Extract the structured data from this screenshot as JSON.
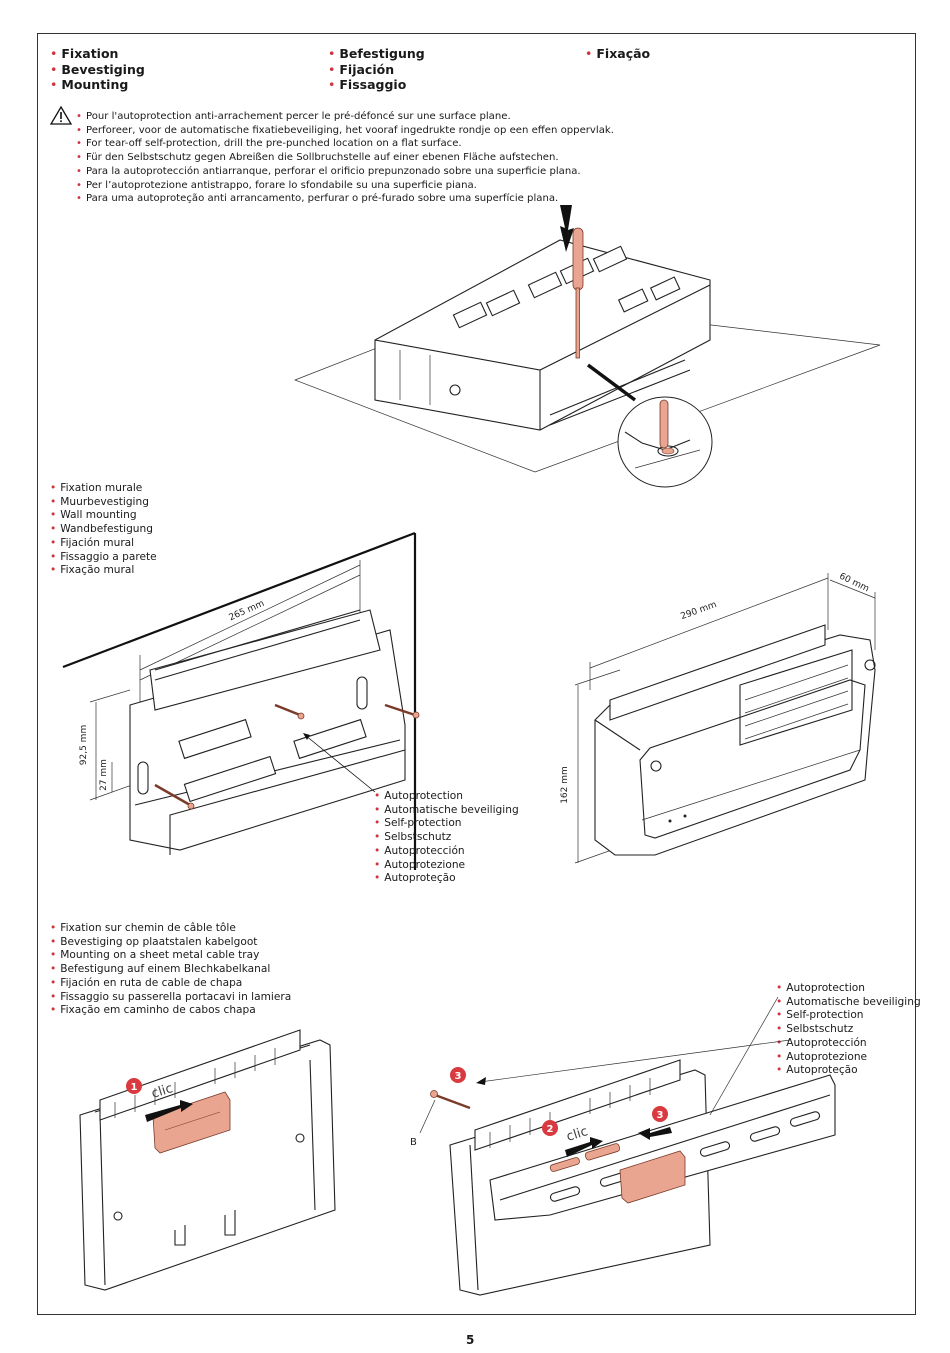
{
  "page": {
    "number": "5"
  },
  "headings": {
    "col1": [
      "Fixation",
      "Bevestiging",
      "Mounting"
    ],
    "col2": [
      "Befestigung",
      "Fijación",
      "Fissaggio"
    ],
    "col3": [
      "Fixação"
    ]
  },
  "warning": {
    "icon": "warning-triangle-icon",
    "lines": [
      "Pour l'autoprotection anti-arrachement percer le pré-défoncé sur une surface plane.",
      "Perforeer, voor de automatische fixatiebeveiliging, het vooraf ingedrukte rondje op een effen oppervlak.",
      "For tear-off self-protection, drill the pre-punched location on a flat surface.",
      "Für den Selbstschutz gegen Abreißen die Sollbruchstelle auf einer ebenen Fläche aufstechen.",
      "Para la autoprotección antiarranque, perforar el orificio prepunzonado sobre una superficie plana.",
      "Per l’autoprotezione antistrappo, forare lo sfondabile su una superficie piana.",
      "Para uma autoproteção anti arrancamento, perfurar o pré-furado sobre uma superfície plana."
    ]
  },
  "wall_mounting": {
    "labels": [
      "Fixation murale",
      "Muurbevestiging",
      "Wall mounting",
      "Wandbefestigung",
      "Fijación mural",
      "Fissaggio a parete",
      "Fixação mural"
    ],
    "dimensions": {
      "width": "265 mm",
      "height": "92,5 mm",
      "offset": "27 mm"
    },
    "self_protection_labels": [
      "Autoprotection",
      "Automatische beveiliging",
      "Self-protection",
      "Selbstschutz",
      "Autoprotección",
      "Autoprotezione",
      "Autoproteção"
    ]
  },
  "enclosure_dimensions": {
    "width": "290 mm",
    "depth": "60 mm",
    "height": "162 mm"
  },
  "cable_tray": {
    "labels": [
      "Fixation sur chemin de câble tôle",
      "Bevestiging op plaatstalen kabelgoot",
      "Mounting on a sheet metal cable tray",
      "Befestigung auf einem Blechkabelkanal",
      "Fijación en ruta de cable de chapa",
      "Fissaggio su passerella portacavi in lamiera",
      "Fixação em caminho de cabos chapa"
    ],
    "self_protection_labels": [
      "Autoprotection",
      "Automatische beveiliging",
      "Self-protection",
      "Selbstschutz",
      "Autoprotección",
      "Autoprotezione",
      "Autoproteção"
    ],
    "steps": {
      "step1": "1",
      "step2": "2",
      "step3": "3"
    },
    "clip_text": "clic",
    "screw_label": "B"
  },
  "colors": {
    "bullet": "#d0313b",
    "step_badge": "#d83a3f",
    "highlight_part": "#e9a58f"
  }
}
